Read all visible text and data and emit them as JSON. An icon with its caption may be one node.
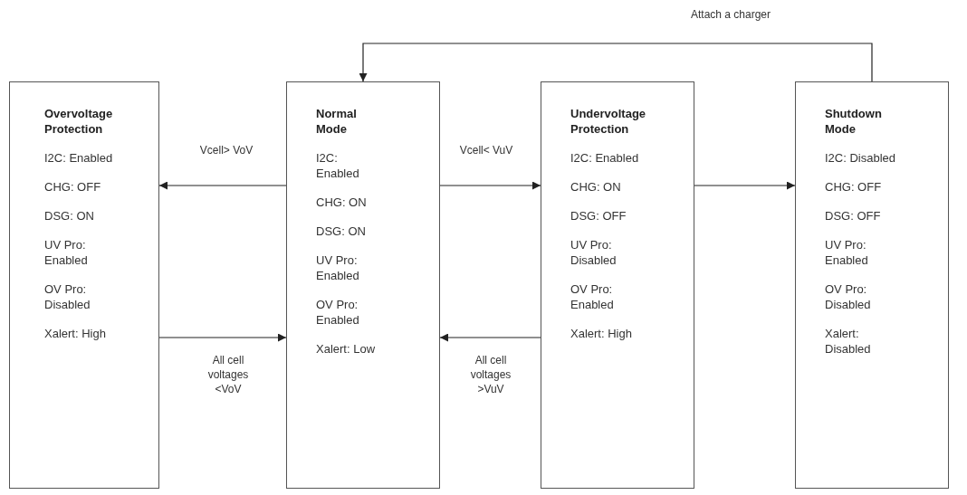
{
  "diagram": {
    "nodes": [
      {
        "text": [
          "Overvoltage Protection",
          "I2C: Enabled",
          "CHG: OFF",
          "DSG: ON",
          "UV Pro: Enabled",
          "OV Pro: Disabled",
          "Xalert: High"
        ]
      },
      {
        "text": [
          "Normal Mode",
          "I2C: Enabled",
          "CHG: ON",
          "DSG: ON",
          "UV Pro: Enabled",
          "OV Pro: Enabled",
          "Xalert: Low"
        ]
      },
      {
        "text": [
          "Undervoltage Protection",
          "I2C: Enabled",
          "CHG: ON",
          "DSG: OFF",
          "UV Pro: Disabled",
          "OV Pro: Enabled",
          "Xalert: High"
        ]
      },
      {
        "text": [
          "Shutdown Mode",
          "I2C: Disabled",
          "CHG: OFF",
          "DSG: OFF",
          "UV Pro: Enabled",
          "OV Pro: Disabled",
          "Xalert: Disabled"
        ]
      }
    ],
    "edges": [
      {
        "from": 3,
        "to": 1,
        "arrow": "to",
        "label": "Attach a charger"
      },
      {
        "from": 1,
        "to": 0,
        "arrow": "to",
        "label": "Vcell> VoV"
      },
      {
        "from": 1,
        "to": 2,
        "arrow": "to",
        "label": "Vcell< VuV"
      },
      {
        "from": 2,
        "to": 3,
        "arrow": "to"
      },
      {
        "from": 0,
        "to": 1,
        "arrow": "to",
        "label": "All cell voltages <VoV"
      },
      {
        "from": 2,
        "to": 1,
        "arrow": "to",
        "label": "All cell voltages >VuV"
      }
    ]
  }
}
